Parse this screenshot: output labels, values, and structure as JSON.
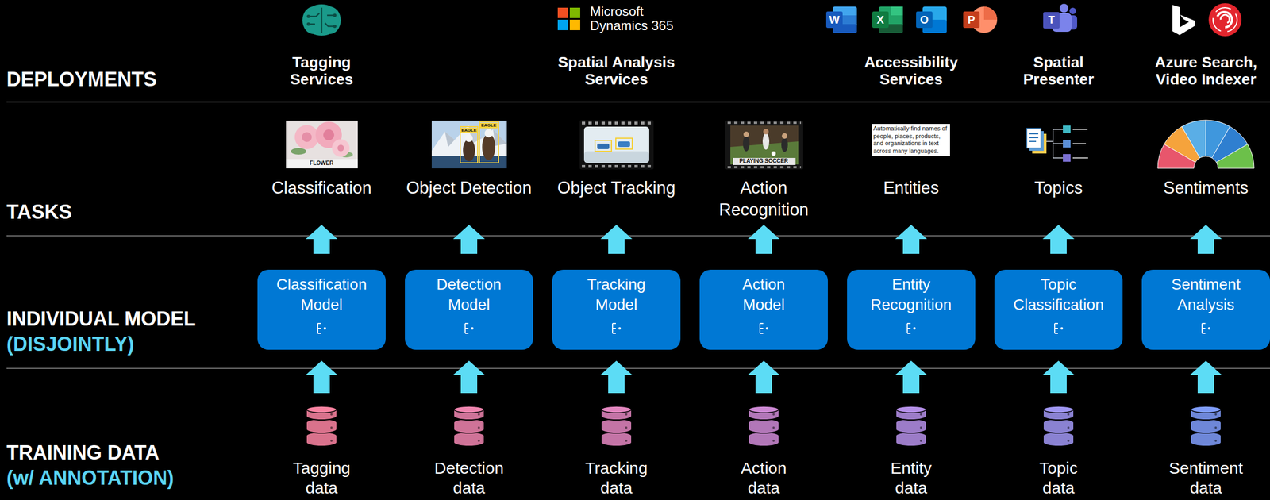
{
  "diagram": {
    "nodes": [
      {
        "text": [
          "Classification"
        ]
      },
      {
        "text": [
          "Object Detection"
        ]
      },
      {
        "text": [
          "Object Tracking"
        ]
      },
      {
        "text": [
          "Action Recognition"
        ]
      },
      {
        "text": [
          "Entities"
        ]
      },
      {
        "text": [
          "Topics"
        ]
      },
      {
        "text": [
          "Sentiments"
        ]
      },
      {
        "text": [
          "Classification Model"
        ]
      },
      {
        "text": [
          "Detection Model"
        ]
      },
      {
        "text": [
          "Tracking Model"
        ]
      },
      {
        "text": [
          "Action Model"
        ]
      },
      {
        "text": [
          "Entity Recognition"
        ]
      },
      {
        "text": [
          "Topic Classification"
        ]
      },
      {
        "text": [
          "Sentiment Analysis"
        ]
      },
      {
        "text": [
          "Tagging data"
        ]
      },
      {
        "text": [
          "Detection data"
        ]
      },
      {
        "text": [
          "Tracking data"
        ]
      },
      {
        "text": [
          "Action data"
        ]
      },
      {
        "text": [
          "Entity data"
        ]
      },
      {
        "text": [
          "Topic data"
        ]
      },
      {
        "text": [
          "Sentiment data"
        ]
      }
    ],
    "edges": [
      {
        "from": 7,
        "to": 0,
        "arrow": "to"
      },
      {
        "from": 8,
        "to": 1,
        "arrow": "to"
      },
      {
        "from": 9,
        "to": 2,
        "arrow": "to"
      },
      {
        "from": 10,
        "to": 3,
        "arrow": "to"
      },
      {
        "from": 11,
        "to": 4,
        "arrow": "to"
      },
      {
        "from": 12,
        "to": 5,
        "arrow": "to"
      },
      {
        "from": 13,
        "to": 6,
        "arrow": "to"
      },
      {
        "from": 14,
        "to": 7,
        "arrow": "to"
      },
      {
        "from": 15,
        "to": 8,
        "arrow": "to"
      },
      {
        "from": 16,
        "to": 9,
        "arrow": "to"
      },
      {
        "from": 17,
        "to": 10,
        "arrow": "to"
      },
      {
        "from": 18,
        "to": 11,
        "arrow": "to"
      },
      {
        "from": 19,
        "to": 12,
        "arrow": "to"
      },
      {
        "from": 20,
        "to": 13,
        "arrow": "to"
      }
    ],
    "labels": [
      "Microsoft Dynamics 365",
      "W",
      "X",
      "O",
      "P",
      "T",
      "DEPLOYMENTS",
      "Tagging Services",
      "Spatial Analysis Services",
      "Accessibility Services",
      "Spatial Presenter",
      "Azure Search, Video Indexer",
      "FLOWER",
      "EAGLE",
      "EAGLE",
      "PLAYING SOCCER",
      "Automatically find names of people, places, products, and organizations in text across many languages.",
      "TASKS",
      "INDIVIDUAL MODEL",
      "(DISJOINTLY)",
      "TRAINING DATA",
      "(w/ ANNOTATION)"
    ]
  }
}
